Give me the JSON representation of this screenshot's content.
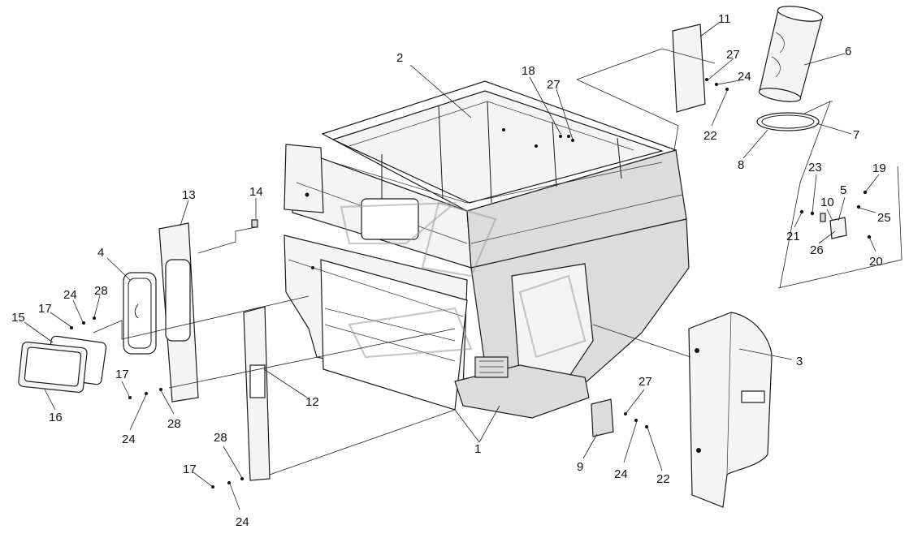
{
  "diagram": {
    "callouts": [
      "1",
      "2",
      "3",
      "4",
      "5",
      "6",
      "7",
      "8",
      "9",
      "10",
      "11",
      "12",
      "13",
      "14",
      "15",
      "16",
      "17",
      "17",
      "17",
      "18",
      "19",
      "20",
      "21",
      "22",
      "22",
      "23",
      "24",
      "24",
      "24",
      "24",
      "24",
      "25",
      "26",
      "27",
      "27",
      "27",
      "28",
      "28",
      "28"
    ]
  }
}
